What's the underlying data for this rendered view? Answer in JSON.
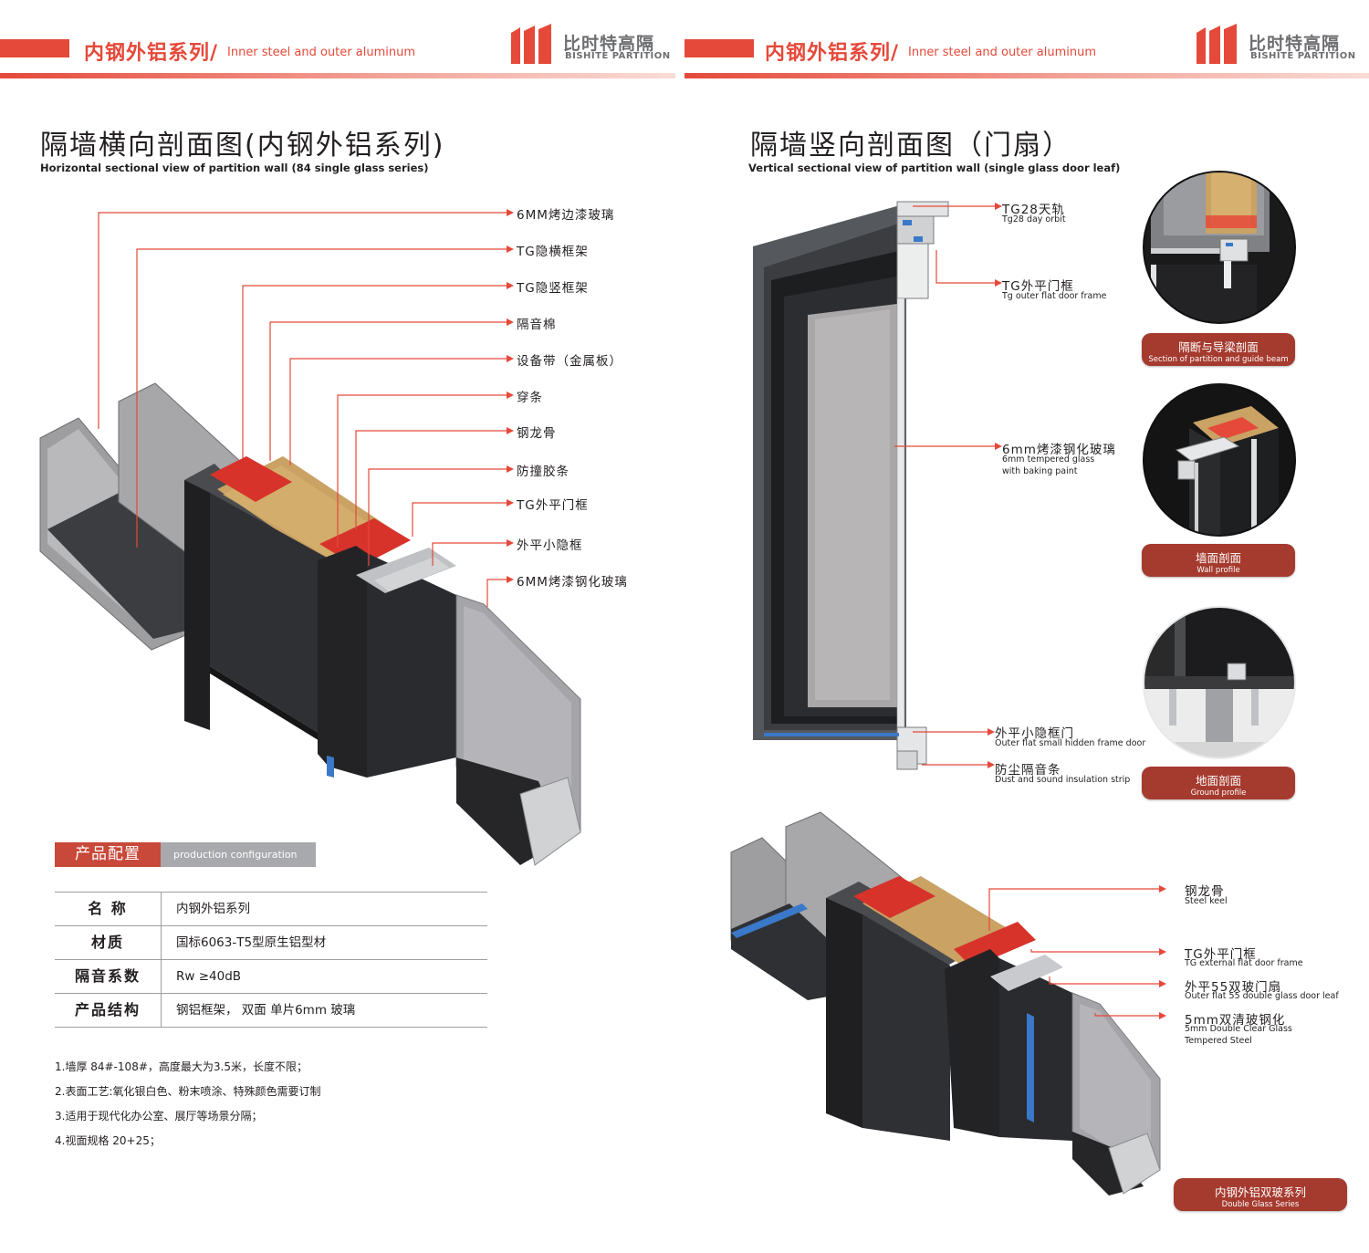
{
  "header_left": {
    "series_cn": "内钢外铝系列/",
    "series_en": "Inner steel and outer aluminum",
    "brand_cn": "比时特高隔",
    "brand_en": "BISHITE PARTITION"
  },
  "header_right": {
    "series_cn": "内钢外铝系列/",
    "series_en": "Inner steel and outer aluminum",
    "brand_cn": "比时特高隔",
    "brand_en": "BISHITE PARTITION"
  },
  "left": {
    "title_cn": "隔墙横向剖面图(内钢外铝系列)",
    "title_en": "Horizontal sectional view of partition wall (84 single glass series)",
    "callouts": [
      "6MM烤边漆玻璃",
      "TG隐横框架",
      "TG隐竖框架",
      "隔音棉",
      "设备带（金属板）",
      "穿条",
      "钢龙骨",
      "防撞胶条",
      "TG外平门框",
      "外平小隐框",
      "6MM烤漆钢化玻璃"
    ],
    "config_cn": "产品配置",
    "config_en": "production configuration",
    "table": [
      {
        "k": "名 称",
        "v": "内钢外铝系列"
      },
      {
        "k": "材质",
        "v": "国标6063-T5型原生铝型材"
      },
      {
        "k": "隔音系数",
        "v": "Rw ≥40dB"
      },
      {
        "k": "产品结构",
        "v": "钢铝框架， 双面 单片6mm 玻璃"
      }
    ],
    "notes": [
      "1.墙厚 84#-108#，高度最大为3.5米，长度不限；",
      "2.表面工艺:氧化银白色、粉末喷涂、特殊颜色需要订制",
      "3.适用于现代化办公室、展厅等场景分隔；",
      "4.视面规格 20+25；"
    ]
  },
  "right": {
    "title_cn": "隔墙竖向剖面图（门扇）",
    "title_en": "Vertical sectional view of partition wall (single glass door leaf)",
    "callouts": [
      {
        "cn": "TG28天轨",
        "en": "Tg28 day orbit"
      },
      {
        "cn": "TG外平门框",
        "en": "Tg outer flat door frame"
      },
      {
        "cn": "6mm烤漆钢化玻璃",
        "en": "6mm tempered glass",
        "en2": "with baking paint"
      },
      {
        "cn": "外平小隐框门",
        "en": "Outer flat small hidden frame door"
      },
      {
        "cn": "防尘隔音条",
        "en": "Dust and sound insulation strip"
      }
    ],
    "badges": [
      {
        "cn": "隔断与导梁剖面",
        "en": "Section of partition and guide beam"
      },
      {
        "cn": "墙面剖面",
        "en": "Wall profile"
      },
      {
        "cn": "地面剖面",
        "en": "Ground profile"
      }
    ],
    "bottom_callouts": [
      {
        "cn": "钢龙骨",
        "en": "Steel keel"
      },
      {
        "cn": "TG外平门框",
        "en": "TG external flat door frame"
      },
      {
        "cn": "外平55双玻门扇",
        "en": "Outer flat 55 double glass door leaf"
      },
      {
        "cn": "5mm双清玻钢化",
        "en": "5mm Double Clear Glass",
        "en2": "Tempered Steel"
      }
    ],
    "bottom_badge": {
      "cn": "内钢外铝双玻系列",
      "en": "Double Glass Series"
    }
  },
  "colors": {
    "accent": "#e5493a",
    "badge": "#a53a2e",
    "frame_dark": "#2b2b2b",
    "insulation": "#c9a264"
  }
}
